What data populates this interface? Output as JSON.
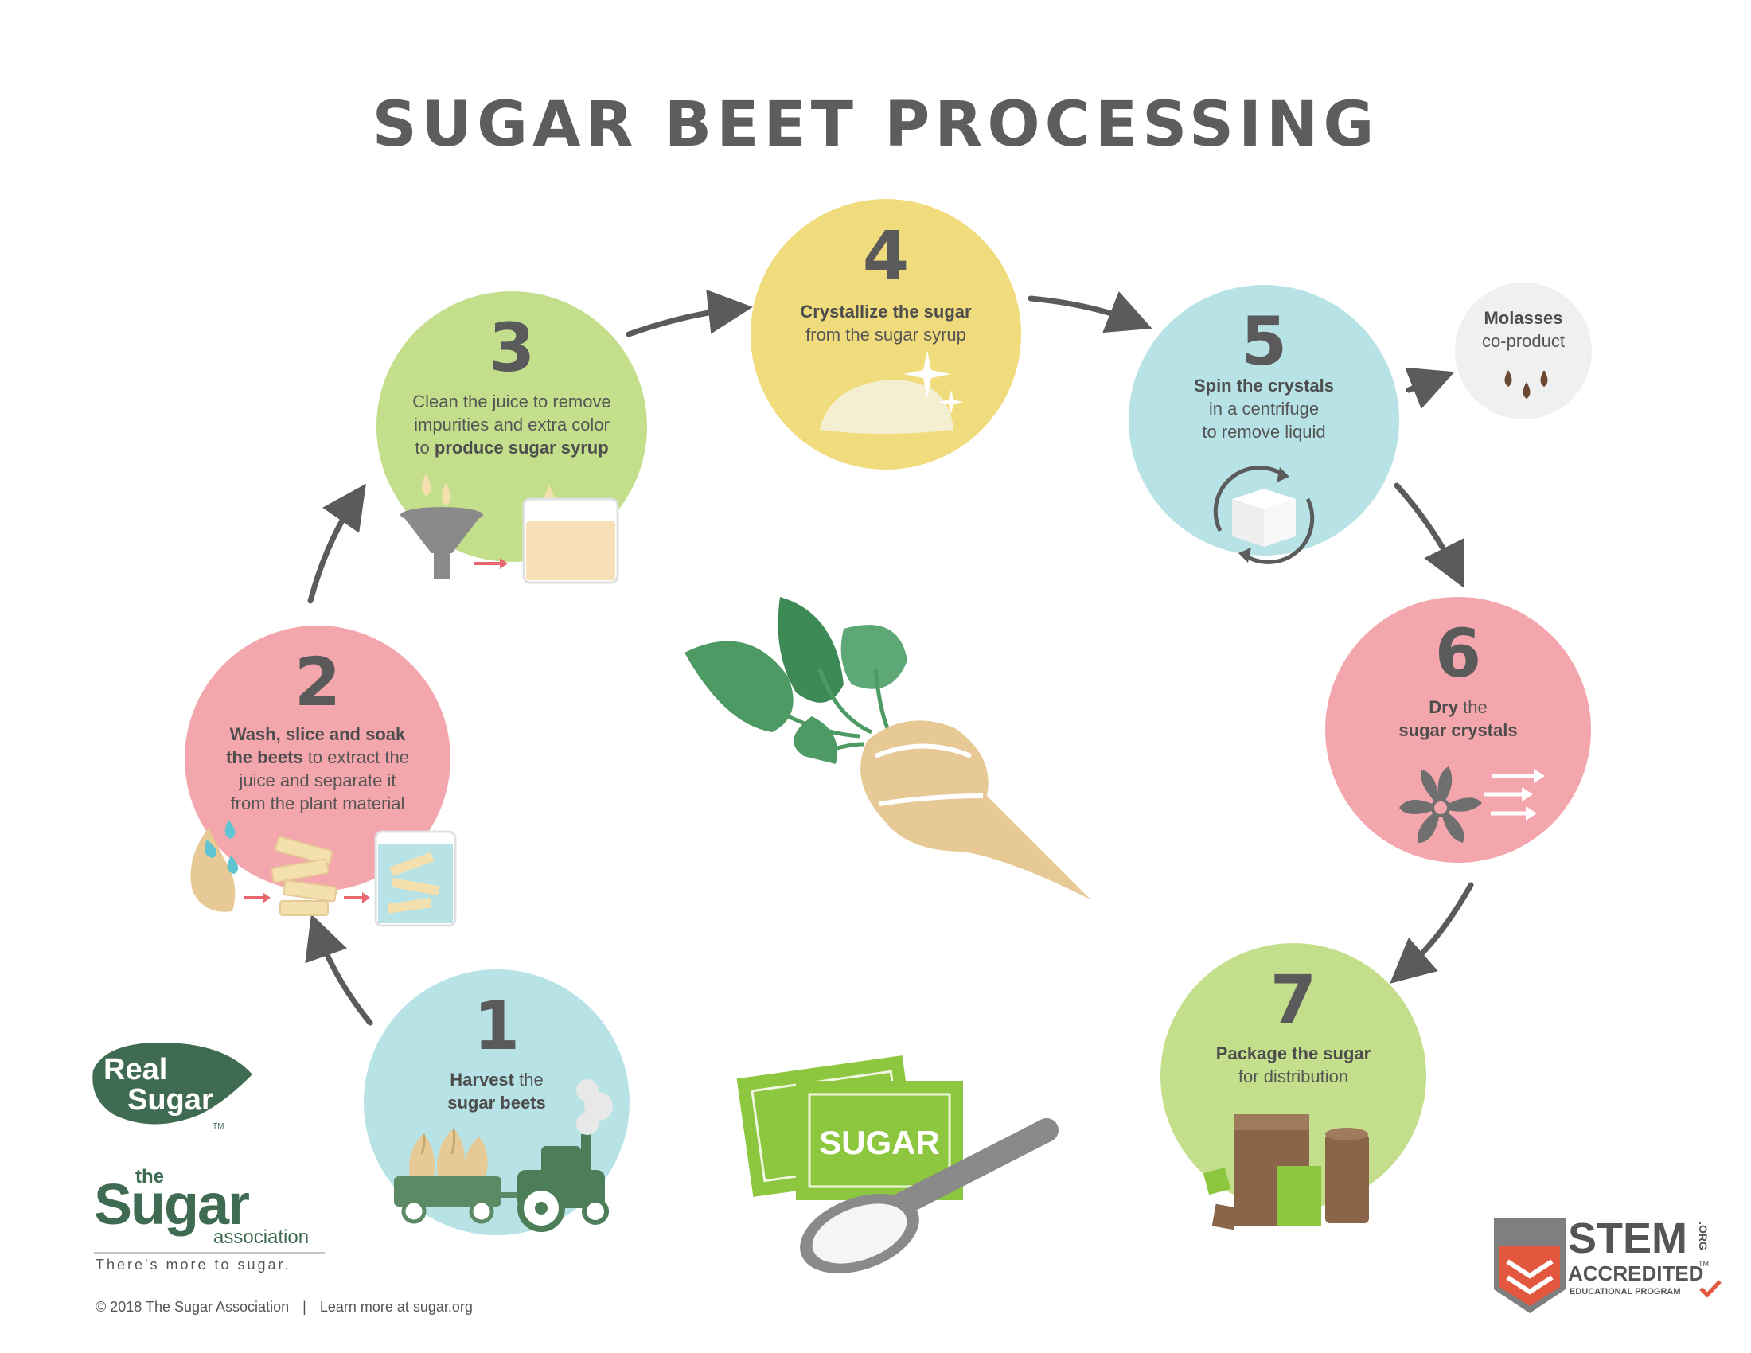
{
  "title": "SUGAR BEET PROCESSING",
  "steps": [
    {
      "number": "1",
      "bold": "Harvest",
      "text": " the",
      "bold2": "sugar beets",
      "text2": ""
    },
    {
      "number": "2",
      "bold": "Wash, slice and soak",
      "bold2": "the beets",
      "text2": " to extract the",
      "line3": "juice and separate it",
      "line4": "from the plant material"
    },
    {
      "number": "3",
      "line1": "Clean the juice to remove",
      "line2": "impurities and extra color",
      "text3": "to ",
      "bold3": "produce sugar syrup"
    },
    {
      "number": "4",
      "bold": "Crystallize the sugar",
      "line2": "from the sugar syrup"
    },
    {
      "number": "5",
      "bold": "Spin the crystals",
      "line2": "in a centrifuge",
      "line3": "to remove liquid"
    },
    {
      "number": "6",
      "bold": "Dry",
      "text": " the",
      "bold2": "sugar crystals"
    },
    {
      "number": "7",
      "bold": "Package the sugar",
      "line2": "for distribution"
    }
  ],
  "molasses": {
    "title": "Molasses",
    "subtitle": "co-product"
  },
  "sugar_packet_label": "SUGAR",
  "logos": {
    "real_sugar": {
      "line1": "Real",
      "line2": "Sugar",
      "tm": "TM"
    },
    "association": {
      "the": "the",
      "name": "Sugar",
      "sub": "association",
      "tagline": "There's more to sugar."
    },
    "stem": {
      "name": "STEM",
      "org": ".ORG",
      "accredited": "ACCREDITED",
      "tm": "TM",
      "program": "EDUCATIONAL PROGRAM"
    }
  },
  "footer": {
    "copyright": "© 2018 The Sugar Association",
    "separator": "|",
    "link": "Learn more at sugar.org"
  },
  "colors": {
    "blue": "#b7e2e6",
    "pink": "#f4a6ad",
    "green": "#c4df8c",
    "yellow": "#f0dc7c",
    "gray_circle": "#f0f0f0",
    "arrow": "#5b5b5b",
    "beet": "#e6c995",
    "leaf": "#4e9a64"
  }
}
